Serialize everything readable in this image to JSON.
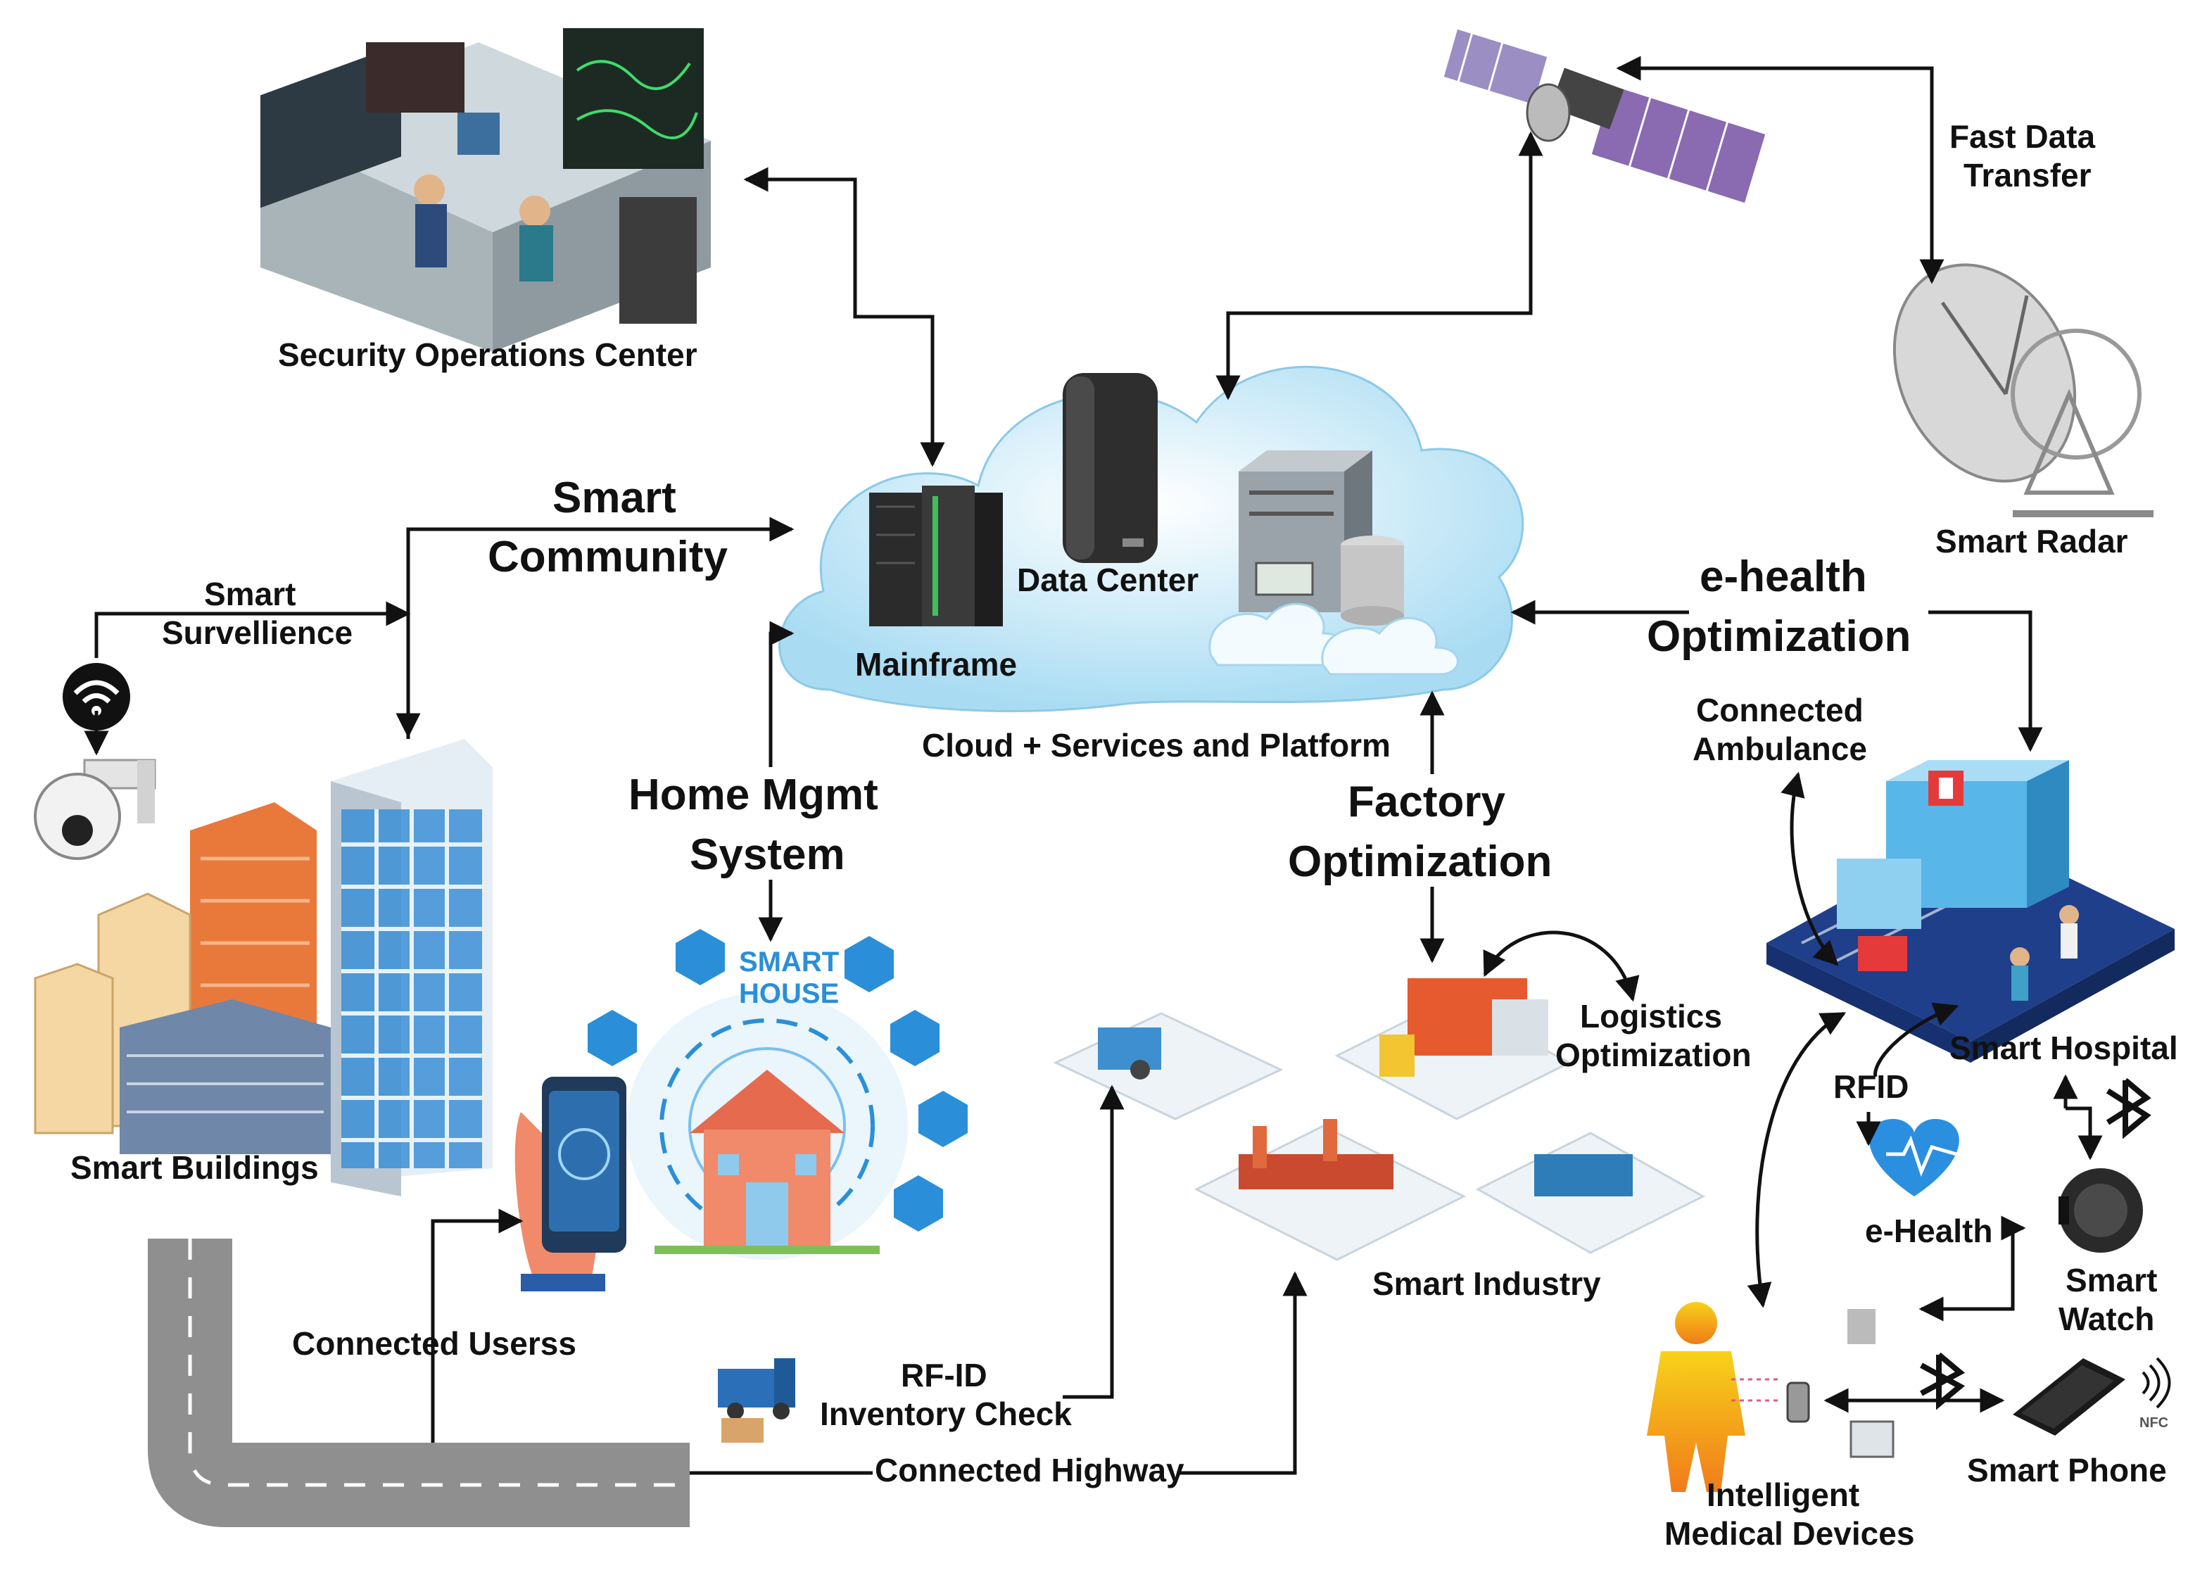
{
  "labels": {
    "security_operations_center": "Security Operations Center",
    "smart_community_1": "Smart",
    "smart_community_2": "Community",
    "smart_survellience_1": "Smart",
    "smart_survellience_2": "Survellience",
    "smart_buildings": "Smart Buildings",
    "mainframe": "Mainframe",
    "data_center": "Data Center",
    "cloud_platform": "Cloud + Services and Platform",
    "home_mgmt_1": "Home Mgmt",
    "home_mgmt_2": "System",
    "smart_house_1": "SMART",
    "smart_house_2": "HOUSE",
    "connected_users": "Connected Userss",
    "rfid_inventory_1": "RF-ID",
    "rfid_inventory_2": "Inventory Check",
    "connected_highway": "Connected Highway",
    "factory_opt_1": "Factory",
    "factory_opt_2": "Optimization",
    "logistics_1": "Logistics",
    "logistics_2": "Optimization",
    "smart_industry": "Smart Industry",
    "fast_data_1": "Fast Data",
    "fast_data_2": "Transfer",
    "smart_radar": "Smart Radar",
    "ehealth_opt_1": "e-health",
    "ehealth_opt_2": "Optimization",
    "connected_amb_1": "Connected",
    "connected_amb_2": "Ambulance",
    "smart_hospital": "Smart Hospital",
    "rfid": "RFID",
    "e_health": "e-Health",
    "smart_watch_1": "Smart",
    "smart_watch_2": "Watch",
    "smart_phone": "Smart Phone",
    "intelligent_1": "Intelligent",
    "intelligent_2": "Medical Devices",
    "nfc": "NFC"
  },
  "colors": {
    "cloud": "#cfe9f7",
    "cloud_edge": "#9fd3ee",
    "building_blue": "#3b8fd6",
    "building_orange": "#e8793a",
    "hospital_blue": "#1f3f8a",
    "road": "#8f8f8f",
    "smart_house_blue": "#2a8fd8",
    "house_orange": "#f08a6a",
    "heart_blue": "#2b8fe0"
  },
  "icons": [
    "satellite-icon",
    "radar-icon",
    "mainframe-icon",
    "server-icon",
    "security-center-icon",
    "cctv-camera-icon",
    "wifi-icon",
    "smartphone-hand-icon",
    "house-icon",
    "truck-icon",
    "factory-icon",
    "hospital-icon",
    "heart-icon",
    "smartwatch-icon",
    "bluetooth-icon",
    "human-body-icon",
    "phone-icon"
  ]
}
